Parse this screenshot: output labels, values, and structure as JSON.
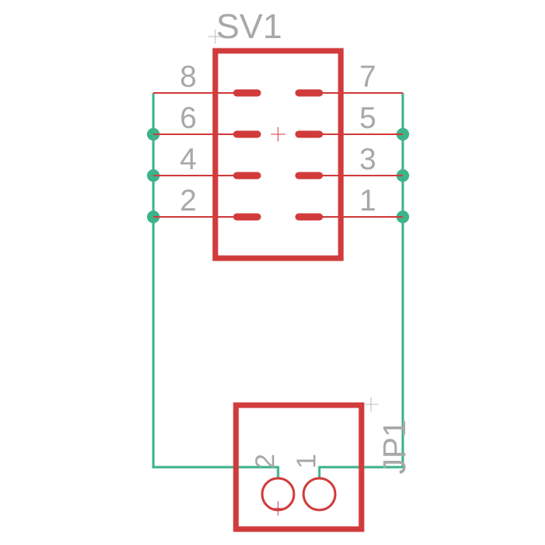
{
  "components": {
    "header": {
      "ref": "SV1",
      "pins": [
        {
          "num": "8",
          "side": "left",
          "row": 0
        },
        {
          "num": "7",
          "side": "right",
          "row": 0
        },
        {
          "num": "6",
          "side": "left",
          "row": 1
        },
        {
          "num": "5",
          "side": "right",
          "row": 1
        },
        {
          "num": "4",
          "side": "left",
          "row": 2
        },
        {
          "num": "3",
          "side": "right",
          "row": 2
        },
        {
          "num": "2",
          "side": "left",
          "row": 3
        },
        {
          "num": "1",
          "side": "right",
          "row": 3
        }
      ]
    },
    "jumper": {
      "ref": "JP1",
      "pins": [
        {
          "num": "2",
          "side": "left"
        },
        {
          "num": "1",
          "side": "right"
        }
      ]
    }
  },
  "colors": {
    "symbol": "#d13b3b",
    "net": "#3db38a",
    "label": "#a8a8a8",
    "origin": "#bbbbbb"
  }
}
